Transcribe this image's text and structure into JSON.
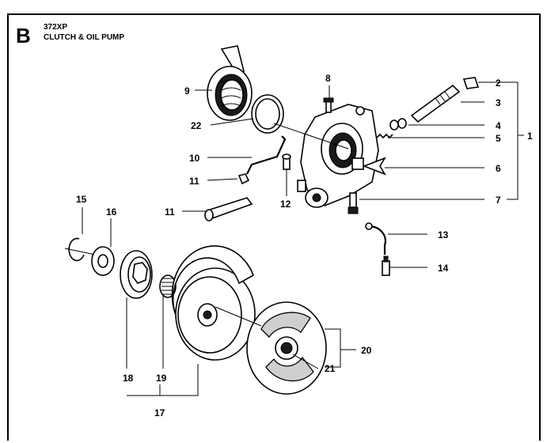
{
  "header": {
    "section_letter": "B",
    "model": "372XP",
    "title": "CLUTCH & OIL PUMP"
  },
  "callouts": [
    {
      "id": "c1",
      "label": "1"
    },
    {
      "id": "c2",
      "label": "2"
    },
    {
      "id": "c3",
      "label": "3"
    },
    {
      "id": "c4",
      "label": "4"
    },
    {
      "id": "c5",
      "label": "5"
    },
    {
      "id": "c6",
      "label": "6"
    },
    {
      "id": "c7",
      "label": "7"
    },
    {
      "id": "c8",
      "label": "8"
    },
    {
      "id": "c9",
      "label": "9"
    },
    {
      "id": "c10",
      "label": "10"
    },
    {
      "id": "c11a",
      "label": "11"
    },
    {
      "id": "c11b",
      "label": "11"
    },
    {
      "id": "c12",
      "label": "12"
    },
    {
      "id": "c13",
      "label": "13"
    },
    {
      "id": "c14",
      "label": "14"
    },
    {
      "id": "c15",
      "label": "15"
    },
    {
      "id": "c16",
      "label": "16"
    },
    {
      "id": "c17",
      "label": "17"
    },
    {
      "id": "c18",
      "label": "18"
    },
    {
      "id": "c19",
      "label": "19"
    },
    {
      "id": "c20",
      "label": "20"
    },
    {
      "id": "c21",
      "label": "21"
    },
    {
      "id": "c22",
      "label": "22"
    }
  ]
}
